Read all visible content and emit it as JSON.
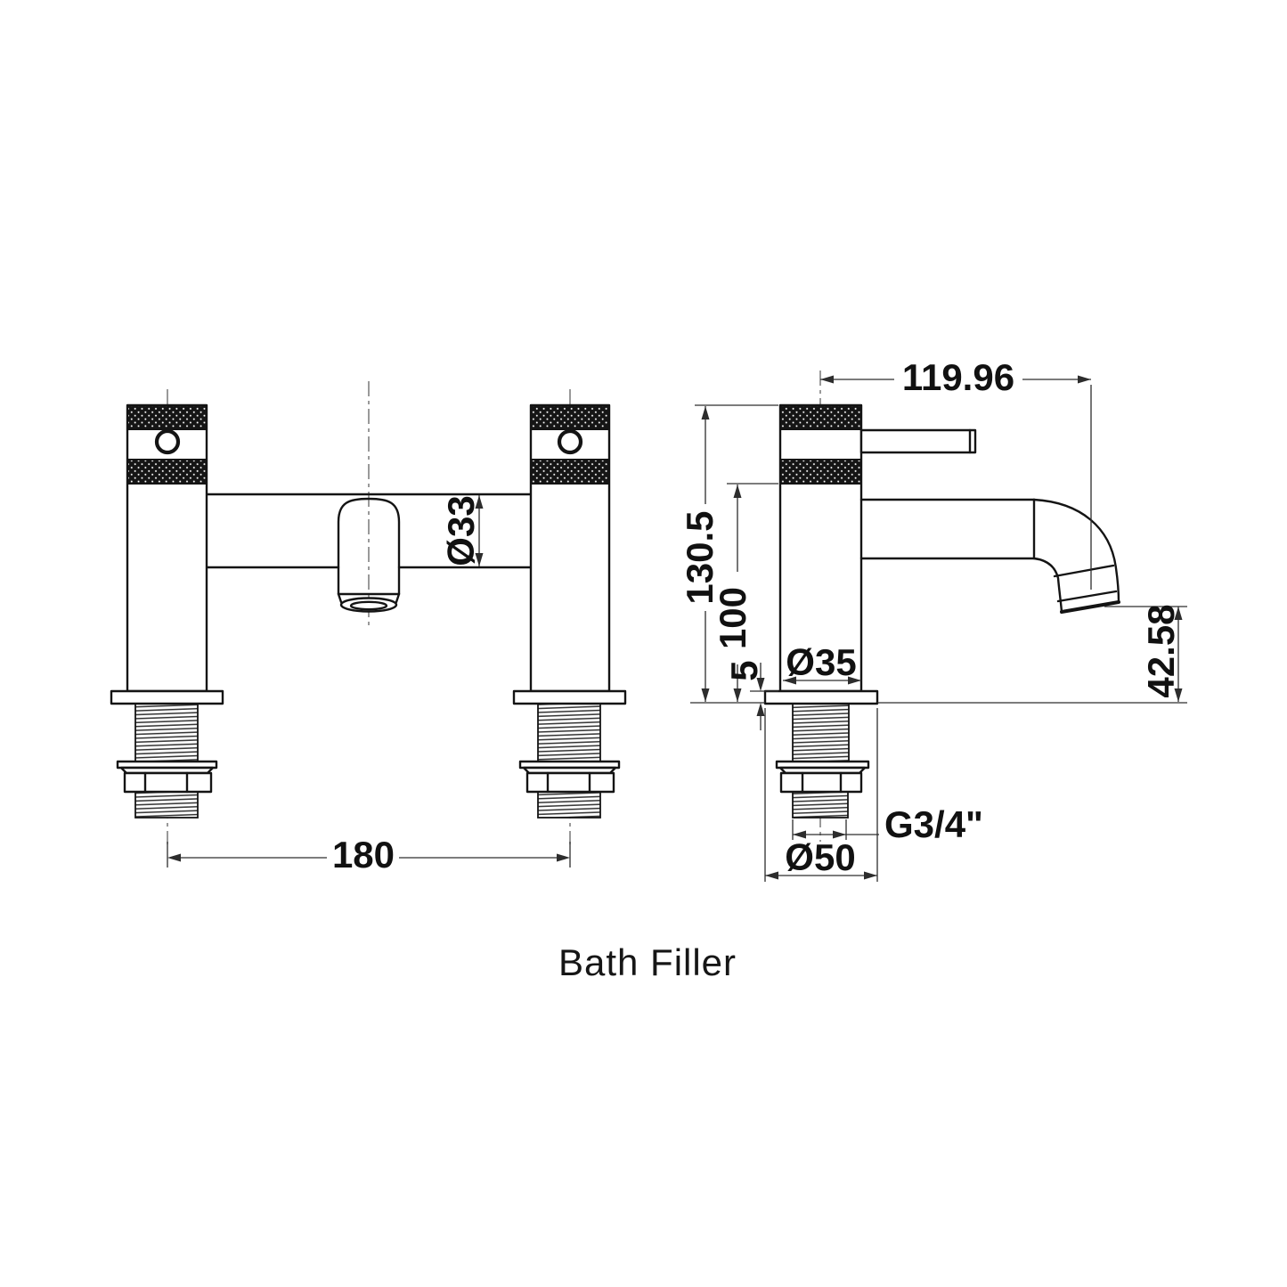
{
  "title": {
    "caption": "Bath Filler"
  },
  "dimensions": {
    "spout_reach": "119.96",
    "overall_height": "130.5",
    "height_to_body": "100",
    "base_plate_thickness": "5",
    "pillar_diameter": "Ø35",
    "body_diameter": "Ø33",
    "spout_outlet_height": "42.58",
    "tap_centres": "180",
    "connection_thread": "G3/4\"",
    "flange_diameter": "Ø50"
  },
  "colors": {
    "background": "#ffffff",
    "outline": "#141414",
    "dimension_line": "#2d2d2d",
    "centerline": "#6e6e6e",
    "text": "#111111"
  }
}
